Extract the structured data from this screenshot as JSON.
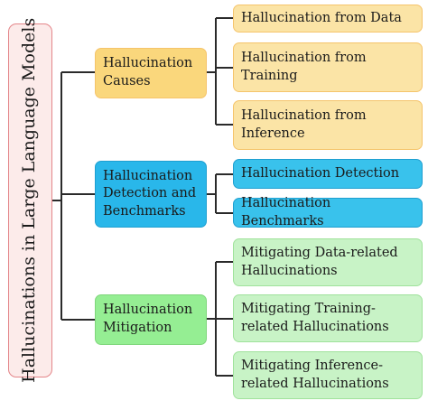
{
  "root": {
    "label": "Hallucinations in Large Language Models"
  },
  "categories": [
    {
      "label": "Hallucination Causes",
      "children": [
        {
          "label": "Hallucination from Data"
        },
        {
          "label": "Hallucination from Training"
        },
        {
          "label": "Hallucination from Inference"
        }
      ]
    },
    {
      "label": "Hallucination Detection and Benchmarks",
      "children": [
        {
          "label": "Hallucination Detection"
        },
        {
          "label": "Hallucination Benchmarks"
        }
      ]
    },
    {
      "label": "Hallucination Mitigation",
      "children": [
        {
          "label": "Mitigating Data-related Hallucinations"
        },
        {
          "label": "Mitigating Training-related Hallucinations"
        },
        {
          "label": "Mitigating Inference-related Hallucinations"
        }
      ]
    }
  ],
  "colors": {
    "causes": "#fad77c",
    "detection": "#29b7ea",
    "mitigation": "#95ee93",
    "root_border": "#e4868a",
    "connector": "#2a2a2a"
  }
}
